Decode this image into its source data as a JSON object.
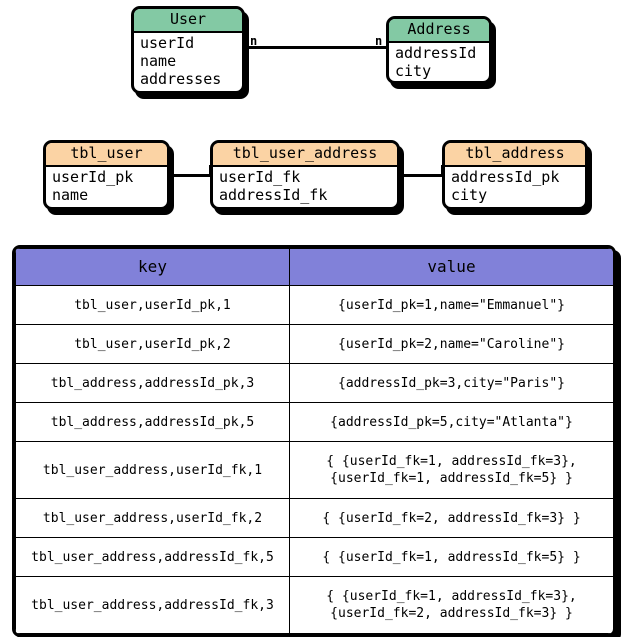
{
  "domain_model": {
    "entities": [
      {
        "name": "User",
        "fields": [
          "userId",
          "name",
          "addresses"
        ],
        "header_color": "#83c9a4"
      },
      {
        "name": "Address",
        "fields": [
          "addressId",
          "city"
        ],
        "header_color": "#83c9a4"
      }
    ],
    "relationship": {
      "left_cardinality": "n",
      "right_cardinality": "n"
    }
  },
  "relational_model": {
    "tables": [
      {
        "name": "tbl_user",
        "fields": [
          "userId_pk",
          "name"
        ],
        "header_color": "#fbd3a4"
      },
      {
        "name": "tbl_user_address",
        "fields": [
          "userId_fk",
          "addressId_fk"
        ],
        "header_color": "#fbd3a4"
      },
      {
        "name": "tbl_address",
        "fields": [
          "addressId_pk",
          "city"
        ],
        "header_color": "#fbd3a4"
      }
    ]
  },
  "kv_table": {
    "header_color": "#8181d9",
    "columns": [
      "key",
      "value"
    ],
    "rows": [
      {
        "key": "tbl_user,userId_pk,1",
        "value_line1": "{userId_pk=1,name=\"Emmanuel\"}",
        "value_line2": ""
      },
      {
        "key": "tbl_user,userId_pk,2",
        "value_line1": "{userId_pk=2,name=\"Caroline\"}",
        "value_line2": ""
      },
      {
        "key": "tbl_address,addressId_pk,3",
        "value_line1": "{addressId_pk=3,city=\"Paris\"}",
        "value_line2": ""
      },
      {
        "key": "tbl_address,addressId_pk,5",
        "value_line1": "{addressId_pk=5,city=\"Atlanta\"}",
        "value_line2": ""
      },
      {
        "key": "tbl_user_address,userId_fk,1",
        "value_line1": "{ {userId_fk=1, addressId_fk=3},",
        "value_line2": "{userId_fk=1, addressId_fk=5} }"
      },
      {
        "key": "tbl_user_address,userId_fk,2",
        "value_line1": "{ {userId_fk=2, addressId_fk=3} }",
        "value_line2": ""
      },
      {
        "key": "tbl_user_address,addressId_fk,5",
        "value_line1": "{ {userId_fk=1, addressId_fk=5} }",
        "value_line2": ""
      },
      {
        "key": "tbl_user_address,addressId_fk,3",
        "value_line1": "{ {userId_fk=1, addressId_fk=3},",
        "value_line2": "{userId_fk=2, addressId_fk=3} }"
      }
    ]
  }
}
